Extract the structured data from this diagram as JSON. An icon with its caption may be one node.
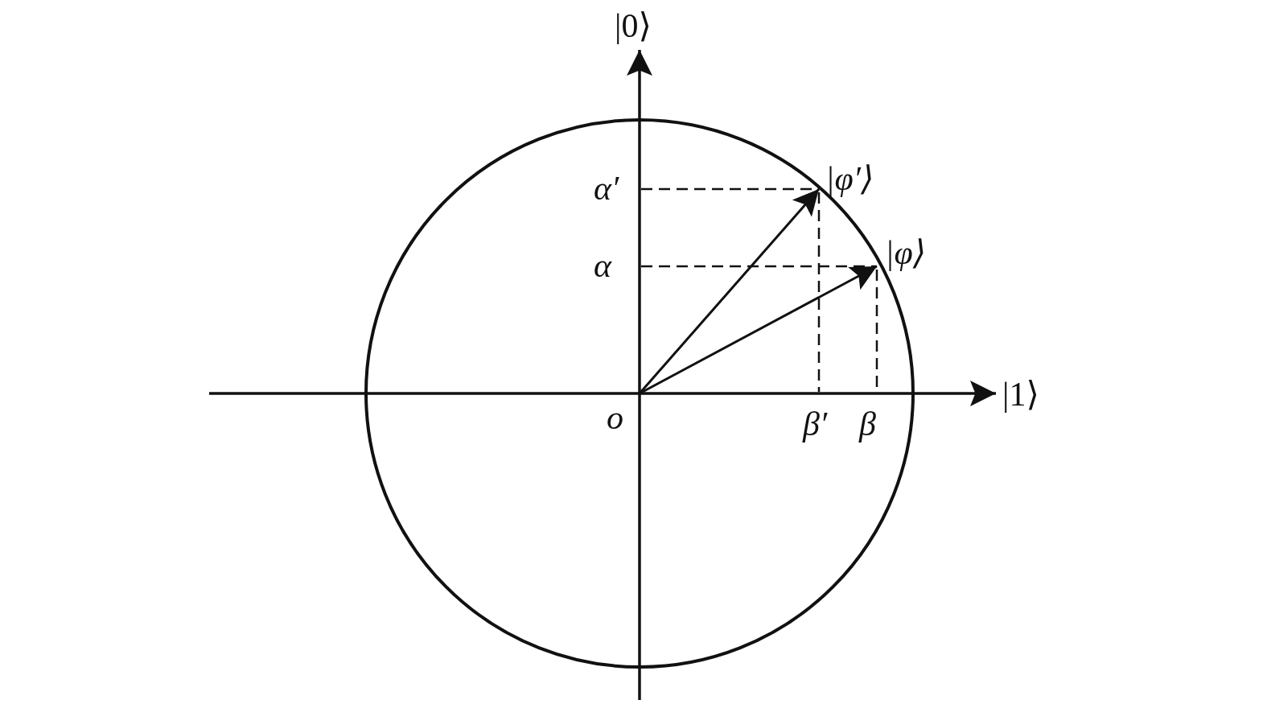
{
  "diagram": {
    "nodes": [
      {
        "text": [
          "|φ′⟩"
        ]
      },
      {
        "text": [
          "|φ⟩"
        ]
      },
      {
        "text": [
          "o"
        ]
      }
    ],
    "edges": [
      {
        "from": 2,
        "to": 0,
        "arrow": "to"
      },
      {
        "from": 2,
        "to": 1,
        "arrow": "to"
      }
    ],
    "labels": [
      "|0⟩",
      "α′",
      "α",
      "|1⟩",
      "β′",
      "β"
    ]
  }
}
